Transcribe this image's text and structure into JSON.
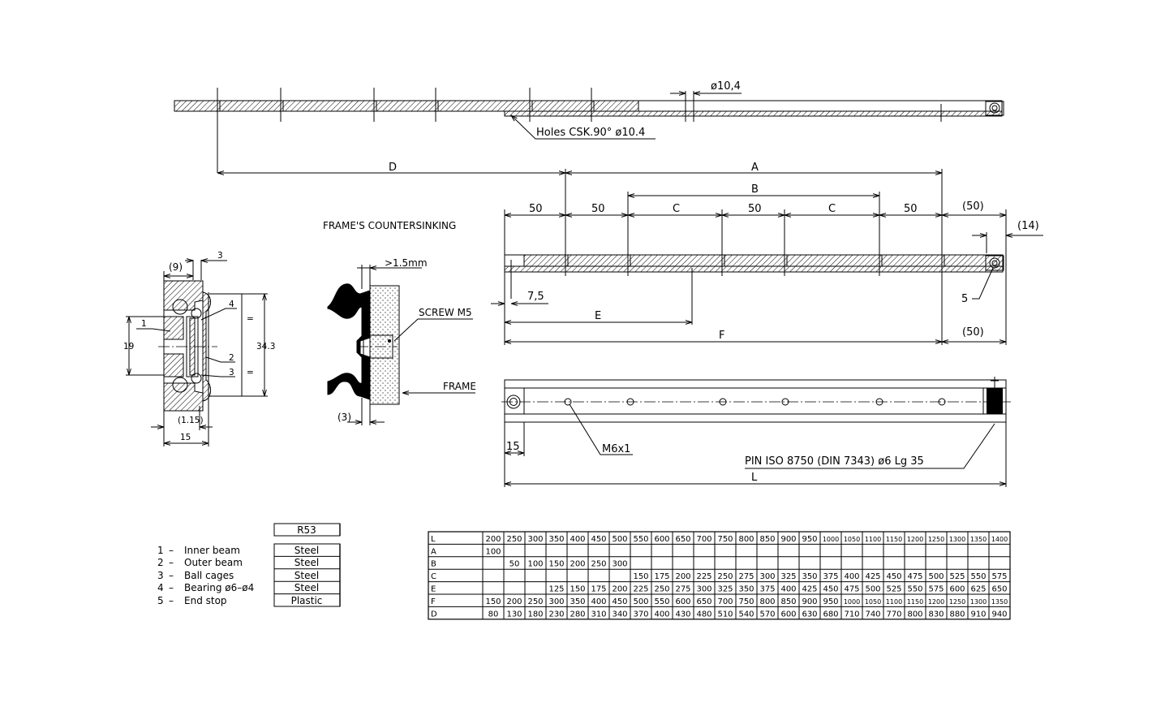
{
  "dimensions": {
    "d10_4": "ø10,4",
    "holes_csk": "Holes CSK.90° ø10.4",
    "D": "D",
    "A": "A",
    "B": "B",
    "C": "C",
    "E": "E",
    "F": "F",
    "L": "L",
    "fifty": "50",
    "fifty_paren": "(50)",
    "fourteen_paren": "(14)",
    "seven_5": "7,5",
    "five": "5",
    "fifteen": "15",
    "m6x1": "M6x1",
    "pin": "PIN ISO 8750 (DIN 7343) ø6 Lg 35"
  },
  "countersink": {
    "title": "FRAME'S COUNTERSINKING",
    "gap": ">1.5mm",
    "screw": "SCREW M5",
    "frame": "FRAME",
    "three_paren": "(3)"
  },
  "section": {
    "nine_paren": "(9)",
    "three": "3",
    "four": "4",
    "one": "1",
    "two": "2",
    "nineteen": "19",
    "height": "34.3",
    "eq": "=",
    "one_15_paren": "(1.15)",
    "fifteen": "15"
  },
  "parts": {
    "model": "R53",
    "items": [
      {
        "num": "1",
        "name": "Inner beam",
        "material": "Steel"
      },
      {
        "num": "2",
        "name": "Outer beam",
        "material": "Steel"
      },
      {
        "num": "3",
        "name": "Ball cages",
        "material": "Steel"
      },
      {
        "num": "4",
        "name": "Bearing ø6–ø4",
        "material": "Steel"
      },
      {
        "num": "5",
        "name": "End stop",
        "material": "Plastic"
      }
    ]
  },
  "table": {
    "rows": [
      {
        "label": "L",
        "cells": [
          "200",
          "250",
          "300",
          "350",
          "400",
          "450",
          "500",
          "550",
          "600",
          "650",
          "700",
          "750",
          "800",
          "850",
          "900",
          "950",
          "1000",
          "1050",
          "1100",
          "1150",
          "1200",
          "1250",
          "1300",
          "1350",
          "1400"
        ]
      },
      {
        "label": "A",
        "cells": [
          "100",
          "",
          "",
          "",
          "",
          "",
          "",
          "",
          "",
          "",
          "",
          "",
          "",
          "",
          "",
          "",
          "",
          "",
          "",
          "",
          "",
          "",
          "",
          "",
          ""
        ]
      },
      {
        "label": "B",
        "cells": [
          "",
          "50",
          "100",
          "150",
          "200",
          "250",
          "300",
          "",
          "",
          "",
          "",
          "",
          "",
          "",
          "",
          "",
          "",
          "",
          "",
          "",
          "",
          "",
          "",
          "",
          ""
        ]
      },
      {
        "label": "C",
        "cells": [
          "",
          "",
          "",
          "",
          "",
          "",
          "",
          "150",
          "175",
          "200",
          "225",
          "250",
          "275",
          "300",
          "325",
          "350",
          "375",
          "400",
          "425",
          "450",
          "475",
          "500",
          "525",
          "550",
          "575"
        ]
      },
      {
        "label": "E",
        "cells": [
          "",
          "",
          "",
          "125",
          "150",
          "175",
          "200",
          "225",
          "250",
          "275",
          "300",
          "325",
          "350",
          "375",
          "400",
          "425",
          "450",
          "475",
          "500",
          "525",
          "550",
          "575",
          "600",
          "625",
          "650"
        ]
      },
      {
        "label": "F",
        "cells": [
          "150",
          "200",
          "250",
          "300",
          "350",
          "400",
          "450",
          "500",
          "550",
          "600",
          "650",
          "700",
          "750",
          "800",
          "850",
          "900",
          "950",
          "1000",
          "1050",
          "1100",
          "1150",
          "1200",
          "1250",
          "1300",
          "1350"
        ]
      },
      {
        "label": "D",
        "cells": [
          "80",
          "130",
          "180",
          "230",
          "280",
          "310",
          "340",
          "370",
          "400",
          "430",
          "480",
          "510",
          "540",
          "570",
          "600",
          "630",
          "680",
          "710",
          "740",
          "770",
          "800",
          "830",
          "880",
          "910",
          "940"
        ]
      }
    ]
  }
}
